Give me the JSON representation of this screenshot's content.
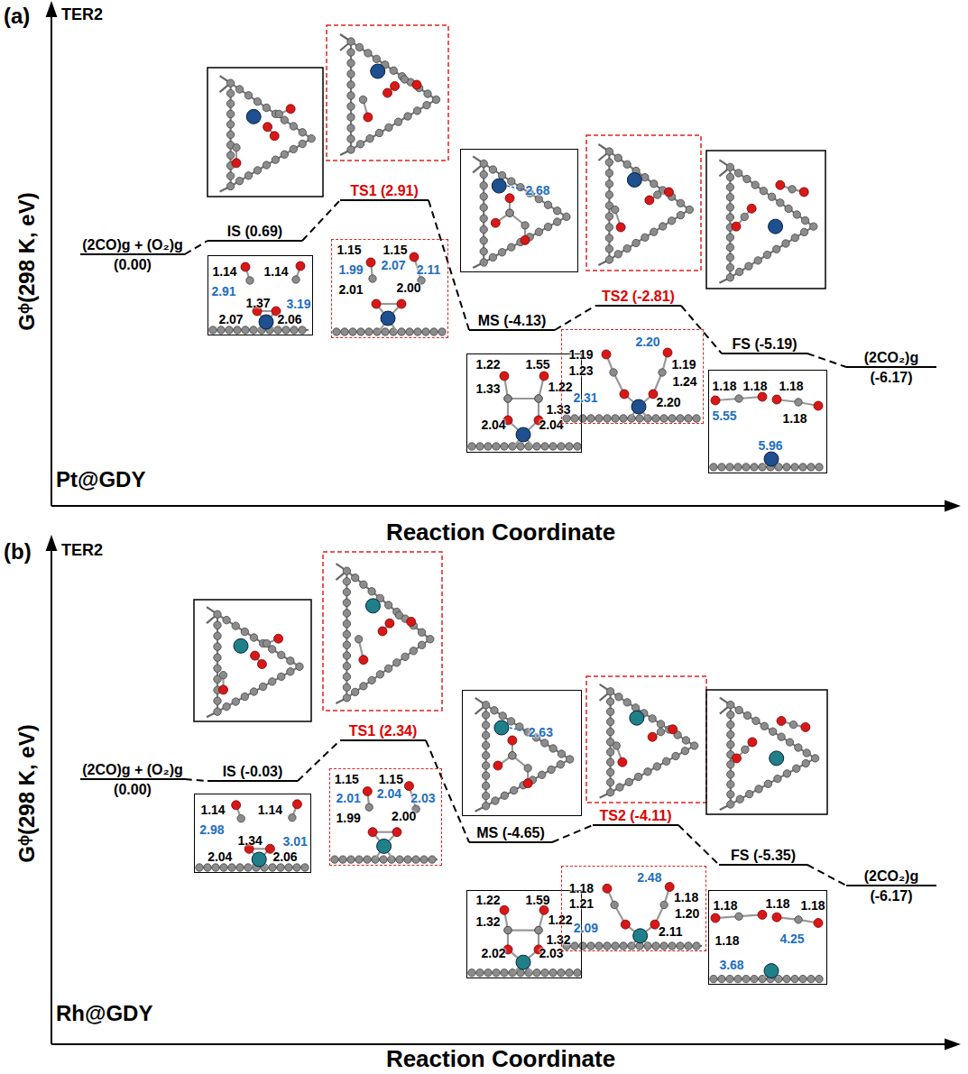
{
  "diagram": {
    "nodes": [
      {
        "text": [
          "(2CO)g + (O₂)g",
          "(0.00)"
        ]
      },
      {
        "text": [
          "IS (0.69)"
        ]
      },
      {
        "text": [
          "TS1 (2.91)"
        ]
      },
      {
        "text": [
          "MS (-4.13)"
        ]
      },
      {
        "text": [
          "TS2 (-2.81)"
        ]
      },
      {
        "text": [
          "FS (-5.19)"
        ]
      },
      {
        "text": [
          "(2CO₂)g",
          "(-6.17)"
        ]
      },
      {
        "text": [
          "1.14",
          "1.14",
          "2.91",
          "1.37",
          "3.19",
          "2.07",
          "2.06"
        ]
      },
      {
        "text": [
          "1.15",
          "1.15",
          "1.99",
          "2.07",
          "2.11",
          "2.01",
          "2.00"
        ]
      },
      {
        "text": [
          "2.68"
        ]
      },
      {
        "text": [
          "1.22",
          "1.55",
          "1.33",
          "1.22",
          "1.33",
          "2.04",
          "2.04"
        ]
      },
      {
        "text": [
          "2.20",
          "1.19",
          "1.23",
          "1.19",
          "1.24",
          "2.31",
          "2.20"
        ]
      },
      {
        "text": [
          "1.18",
          "1.18",
          "1.18",
          "1.18",
          "5.55",
          "5.96"
        ]
      },
      {
        "text": [
          "(2CO)g + (O₂)g",
          "(0.00)"
        ]
      },
      {
        "text": [
          "IS (-0.03)"
        ]
      },
      {
        "text": [
          "TS1 (2.34)"
        ]
      },
      {
        "text": [
          "MS (-4.65)"
        ]
      },
      {
        "text": [
          "TS2 (-4.11)"
        ]
      },
      {
        "text": [
          "FS (-5.35)"
        ]
      },
      {
        "text": [
          "(2CO₂)g",
          "(-6.17)"
        ]
      },
      {
        "text": [
          "1.14",
          "1.14",
          "2.98",
          "1.34",
          "3.01",
          "2.04",
          "2.06"
        ]
      },
      {
        "text": [
          "1.15",
          "1.15",
          "2.01",
          "2.04",
          "2.03",
          "1.99",
          "2.00"
        ]
      },
      {
        "text": [
          "2.63"
        ]
      },
      {
        "text": [
          "1.22",
          "1.59",
          "1.32",
          "1.22",
          "1.32",
          "2.02",
          "2.03"
        ]
      },
      {
        "text": [
          "2.48",
          "1.18",
          "1.21",
          "1.18",
          "1.20",
          "2.09",
          "2.11"
        ]
      },
      {
        "text": [
          "1.18",
          "1.18",
          "1.18",
          "1.18",
          "3.68",
          "4.25"
        ]
      }
    ],
    "edges": [
      {
        "from": 0,
        "to": 1,
        "arrow": "none"
      },
      {
        "from": 1,
        "to": 2,
        "arrow": "none"
      },
      {
        "from": 2,
        "to": 3,
        "arrow": "none"
      },
      {
        "from": 3,
        "to": 4,
        "arrow": "none"
      },
      {
        "from": 4,
        "to": 5,
        "arrow": "none"
      },
      {
        "from": 5,
        "to": 6,
        "arrow": "none"
      },
      {
        "from": 13,
        "to": 14,
        "arrow": "none"
      },
      {
        "from": 14,
        "to": 15,
        "arrow": "none"
      },
      {
        "from": 15,
        "to": 16,
        "arrow": "none"
      },
      {
        "from": 16,
        "to": 17,
        "arrow": "none"
      },
      {
        "from": 17,
        "to": 18,
        "arrow": "none"
      },
      {
        "from": 18,
        "to": 19,
        "arrow": "none"
      }
    ],
    "labels": [
      "(a)",
      "TER2",
      "Gᶲ(298 K, eV)",
      "Pt@GDY",
      "Reaction Coordinate",
      "(b)",
      "TER2",
      "Gᶲ(298 K, eV)",
      "Rh@GDY",
      "Reaction Coordinate"
    ]
  }
}
